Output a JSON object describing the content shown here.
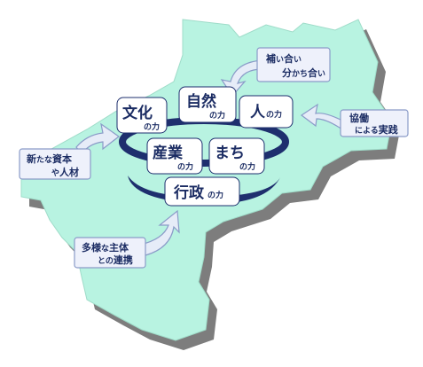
{
  "forces": {
    "bunka": {
      "main": "文化",
      "suffix": "の力"
    },
    "shizen": {
      "main": "自然",
      "suffix": "の力"
    },
    "hito": {
      "main": "人",
      "suffix": "の力"
    },
    "sangyo": {
      "main": "産業",
      "suffix": "の力"
    },
    "machi": {
      "main": "まち",
      "suffix": "の力"
    },
    "gyosei": {
      "main": "行政",
      "suffix": "の力"
    }
  },
  "callouts": {
    "hokan": {
      "line1_a": "補",
      "line1_b": "い",
      "line1_c": "合",
      "line1_d": "い",
      "line2_a": "分",
      "line2_b": "かち",
      "line2_c": "合",
      "line2_d": "い"
    },
    "kyodo": {
      "line1": "協働",
      "line2_small": "による",
      "line2_big": "実践"
    },
    "shinki": {
      "line1_a": "新",
      "line1_b": "たな",
      "line1_c": "資本",
      "line2_a": "や",
      "line2_b": "人材"
    },
    "tayo": {
      "line1_a": "多様",
      "line1_b": "な",
      "line1_c": "主体",
      "line2_a": "との",
      "line2_b": "連携"
    }
  },
  "colors": {
    "map_fill": "#b8f3e1",
    "map_shadow": "#7d7d7d",
    "ring": "#1e2f6e",
    "text": "#1b2c63",
    "box_fill": "#ffffff",
    "callout_fill": "#eef1fb",
    "arrow_fill": "#e6ecf8",
    "arrow_stroke": "#8a9bc8"
  }
}
